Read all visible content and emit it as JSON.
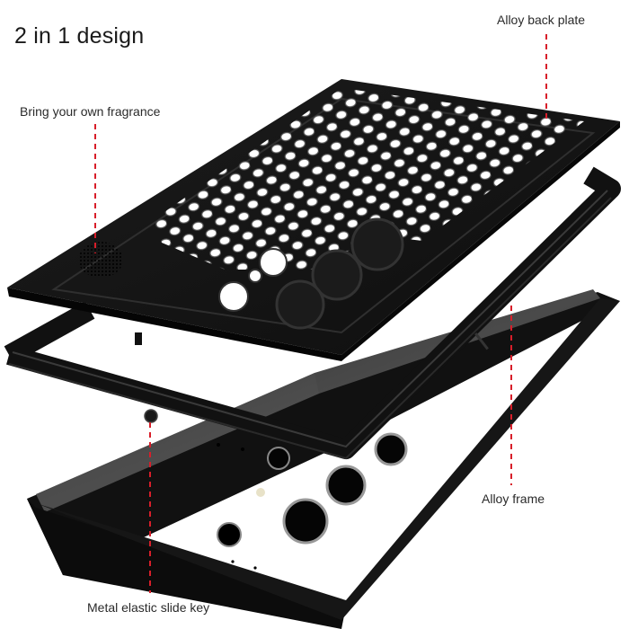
{
  "title": "2 in 1 design",
  "callouts": [
    {
      "id": "fragrance",
      "label": "Bring your own fragrance"
    },
    {
      "id": "back-plate",
      "label": "Alloy back plate"
    },
    {
      "id": "frame",
      "label": "Alloy frame"
    },
    {
      "id": "slide-key",
      "label": "Metal elastic slide key"
    }
  ],
  "colors": {
    "callout_line": "#d81e2a",
    "metal_dark": "#151515",
    "phone_body": "#3a3a3a"
  }
}
